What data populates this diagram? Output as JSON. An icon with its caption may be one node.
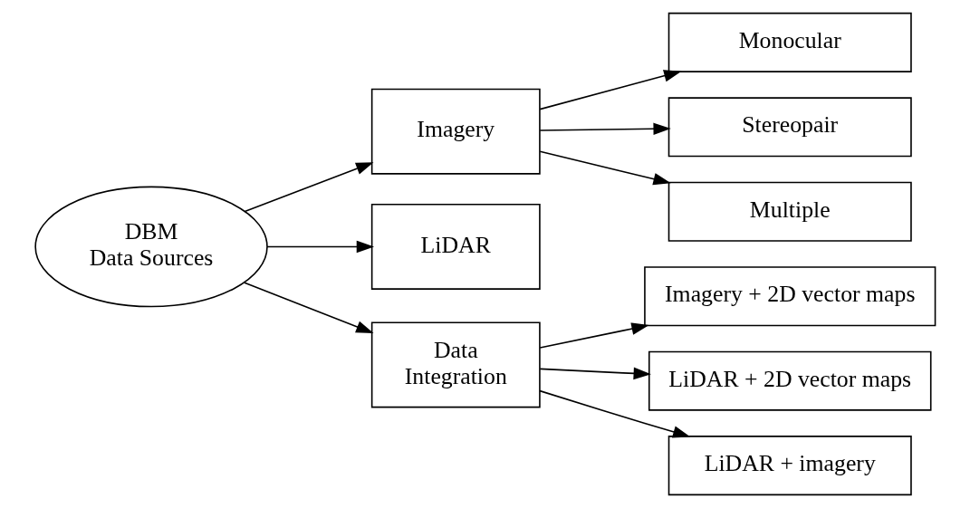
{
  "diagram": {
    "nodes": [
      {
        "text": [
          "DBM Data Sources"
        ]
      },
      {
        "text": [
          "Imagery"
        ]
      },
      {
        "text": [
          "LiDAR"
        ]
      },
      {
        "text": [
          "Data Integration"
        ]
      },
      {
        "text": [
          "Monocular"
        ]
      },
      {
        "text": [
          "Stereopair"
        ]
      },
      {
        "text": [
          "Multiple"
        ]
      },
      {
        "text": [
          "Imagery + 2D vector maps"
        ]
      },
      {
        "text": [
          "LiDAR + 2D vector maps"
        ]
      },
      {
        "text": [
          "LiDAR + imagery"
        ]
      }
    ],
    "edges": [
      {
        "from": 0,
        "to": 1,
        "arrow": "to"
      },
      {
        "from": 0,
        "to": 2,
        "arrow": "to"
      },
      {
        "from": 0,
        "to": 3,
        "arrow": "to"
      },
      {
        "from": 1,
        "to": 4,
        "arrow": "to"
      },
      {
        "from": 1,
        "to": 5,
        "arrow": "to"
      },
      {
        "from": 1,
        "to": 6,
        "arrow": "to"
      },
      {
        "from": 3,
        "to": 7,
        "arrow": "to"
      },
      {
        "from": 3,
        "to": 8,
        "arrow": "to"
      },
      {
        "from": 3,
        "to": 9,
        "arrow": "to"
      }
    ]
  }
}
